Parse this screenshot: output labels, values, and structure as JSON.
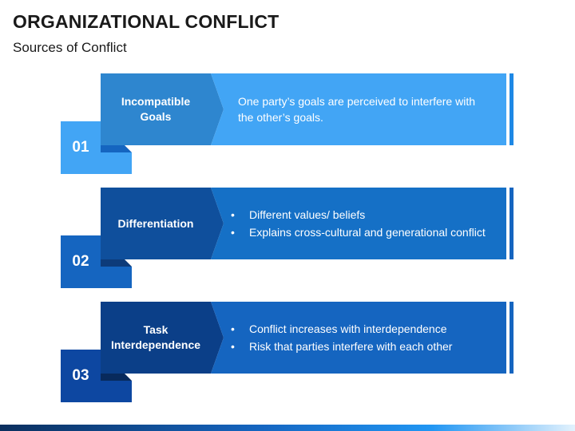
{
  "header": {
    "title": "ORGANIZATIONAL CONFLICT",
    "subtitle": "Sources of Conflict"
  },
  "items": [
    {
      "number": "01",
      "label_lines": [
        "Incompatible",
        "Goals"
      ],
      "text": "One party’s goals are perceived to interfere with the other’s goals.",
      "bullets": [],
      "colors": {
        "number": "#42a5f5",
        "fold": "#1565c0",
        "label": "#2e86cf",
        "content": "#42a5f5",
        "edge": "#1e88e5"
      }
    },
    {
      "number": "02",
      "label_lines": [
        "Differentiation"
      ],
      "text": "",
      "bullets": [
        "Different values/ beliefs",
        "Explains cross-cultural and generational conflict"
      ],
      "colors": {
        "number": "#1565c0",
        "fold": "#0d3b7a",
        "label": "#0f4f9c",
        "content": "#1570c6",
        "edge": "#1565c0"
      }
    },
    {
      "number": "03",
      "label_lines": [
        "Task",
        "Interdependence"
      ],
      "text": "",
      "bullets": [
        "Conflict increases with interdependence",
        "Risk that parties interfere with each other"
      ],
      "colors": {
        "number": "#0d47a1",
        "fold": "#082a5c",
        "label": "#0b3f88",
        "content": "#1565c0",
        "edge": "#1565c0"
      }
    }
  ],
  "bullet_glyph": "•"
}
